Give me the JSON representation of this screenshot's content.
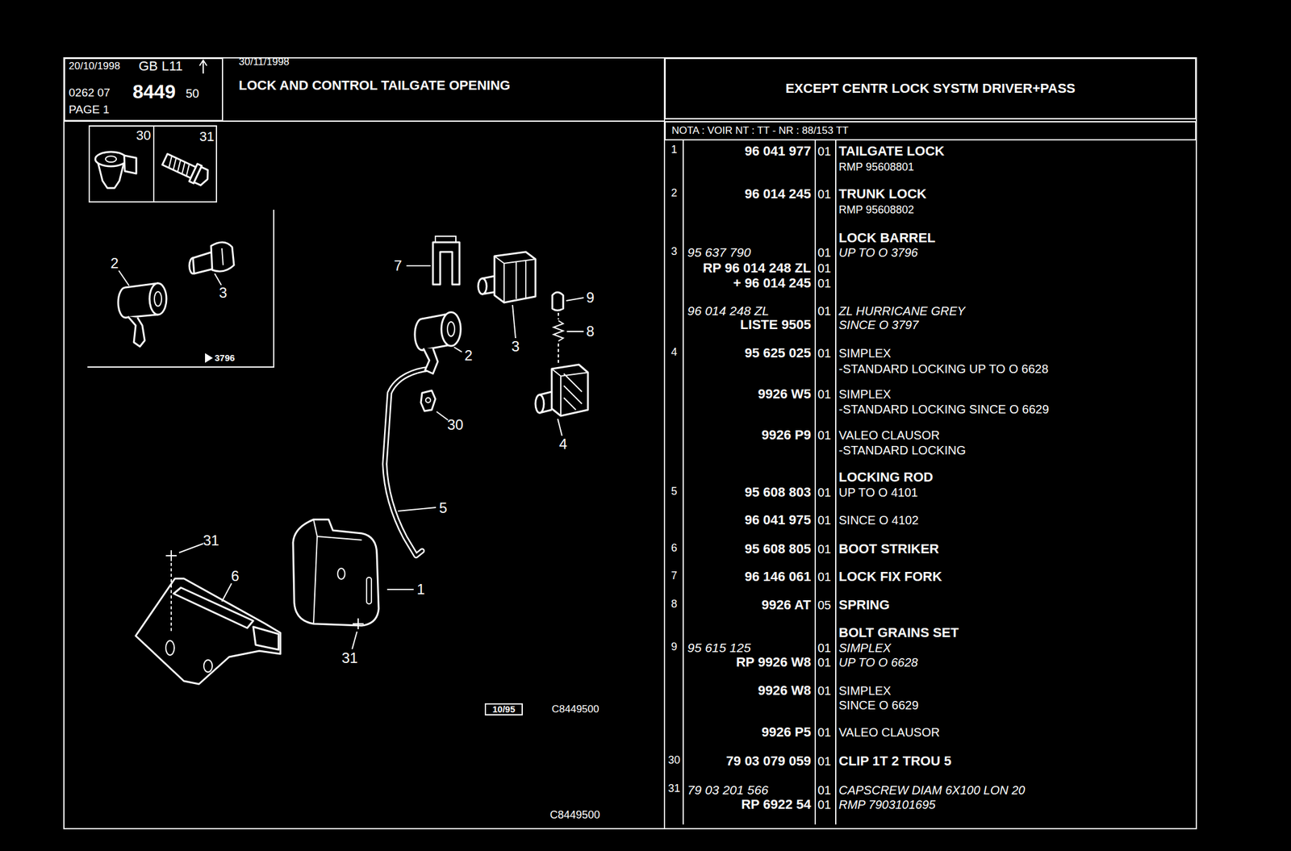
{
  "diagram": {
    "title": "LOCK AND CONTROL TAILGATE OPENING",
    "nodes": [
      {
        "text": [
          "20/10/1998",
          "GB L11",
          "0262 07",
          "8449",
          "50",
          "PAGE 1"
        ]
      },
      {
        "text": [
          "EXCEPT CENTR LOCK SYSTM DRIVER+PASS"
        ]
      },
      {
        "text": [
          "NOTA : VOIR NT : TT - NR : 88/153 TT"
        ]
      },
      {
        "text": [
          "30",
          "31"
        ]
      },
      {
        "text": [
          "2",
          "3",
          "3796"
        ]
      },
      {
        "text": [
          "10/95"
        ]
      }
    ],
    "labels": [
      "30/11/1998",
      "7",
      "9",
      "8",
      "3",
      "2",
      "30",
      "4",
      "5",
      "31",
      "6",
      "1",
      "31",
      "C8449500",
      "C8449500",
      "1",
      "96 041 977",
      "01",
      "TAILGATE LOCK",
      "RMP 95608801",
      "2",
      "96 014 245",
      "01",
      "TRUNK LOCK",
      "RMP 95608802",
      "LOCK BARREL",
      "3",
      "95 637 790",
      "01",
      "UP TO O 3796",
      "RP 96 014 248 ZL",
      "01",
      "+ 96 014 245",
      "01",
      "96 014 248 ZL",
      "01",
      "ZL HURRICANE GREY",
      "LISTE 9505",
      "SINCE O 3797",
      "4",
      "95 625 025",
      "01",
      "SIMPLEX",
      "-STANDARD LOCKING UP TO O 6628",
      "9926 W5",
      "01",
      "SIMPLEX",
      "-STANDARD LOCKING SINCE O 6629",
      "9926 P9",
      "01",
      "VALEO CLAUSOR",
      "-STANDARD LOCKING",
      "LOCKING ROD",
      "5",
      "95 608 803",
      "01",
      "UP TO O 4101",
      "96 041 975",
      "01",
      "SINCE O 4102",
      "6",
      "95 608 805",
      "01",
      "BOOT STRIKER",
      "7",
      "96 146 061",
      "01",
      "LOCK FIX FORK",
      "8",
      "9926 AT",
      "05",
      "SPRING",
      "BOLT GRAINS SET",
      "9",
      "95 615 125",
      "01",
      "SIMPLEX",
      "RP 9926 W8",
      "01",
      "UP TO O 6628",
      "9926 W8",
      "01",
      "SIMPLEX",
      "SINCE O 6629",
      "9926 P5",
      "01",
      "VALEO CLAUSOR",
      "30",
      "79 03 079 059",
      "01",
      "CLIP 1T 2 TROU 5",
      "31",
      "79 03 201 566",
      "01",
      "CAPSCREW DIAM 6X100 LON 20",
      "RP 6922 54",
      "01",
      "RMP 7903101695"
    ]
  }
}
